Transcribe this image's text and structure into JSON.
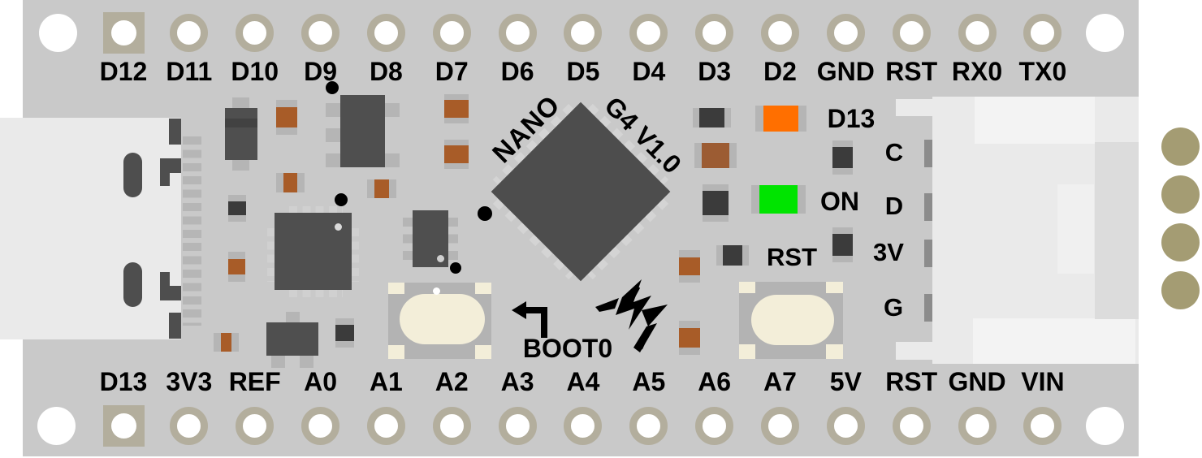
{
  "board": {
    "name": "NANO",
    "version": "G4 V1.0",
    "top_pin_labels": [
      "D12",
      "D11",
      "D10",
      "D9",
      "D8",
      "D7",
      "D6",
      "D5",
      "D4",
      "D3",
      "D2",
      "GND",
      "RST",
      "RX0",
      "TX0"
    ],
    "bottom_pin_labels": [
      "D13",
      "3V3",
      "REF",
      "A0",
      "A1",
      "A2",
      "A3",
      "A4",
      "A5",
      "A6",
      "A7",
      "5V",
      "RST",
      "GND",
      "VIN"
    ],
    "leds": [
      {
        "label": "D13",
        "color": "#ff6f00"
      },
      {
        "label": "ON",
        "color": "#00e400"
      }
    ],
    "side_connector_labels": [
      "C",
      "D",
      "3V",
      "G"
    ],
    "buttons": [
      {
        "label": "BOOT0"
      },
      {
        "label": "RST"
      }
    ],
    "colors": {
      "board": "#c9c9c9",
      "pad_ring": "#b3ae9d",
      "silkscreen": "#000000",
      "chip": "#4d4d4d",
      "capacitor_orange": "#a85c28",
      "resistor_brown": "#9c5c33",
      "button_cream": "#f3eed9",
      "connector_body": "#eaeaea",
      "castellated_gold": "#a49c73"
    }
  }
}
